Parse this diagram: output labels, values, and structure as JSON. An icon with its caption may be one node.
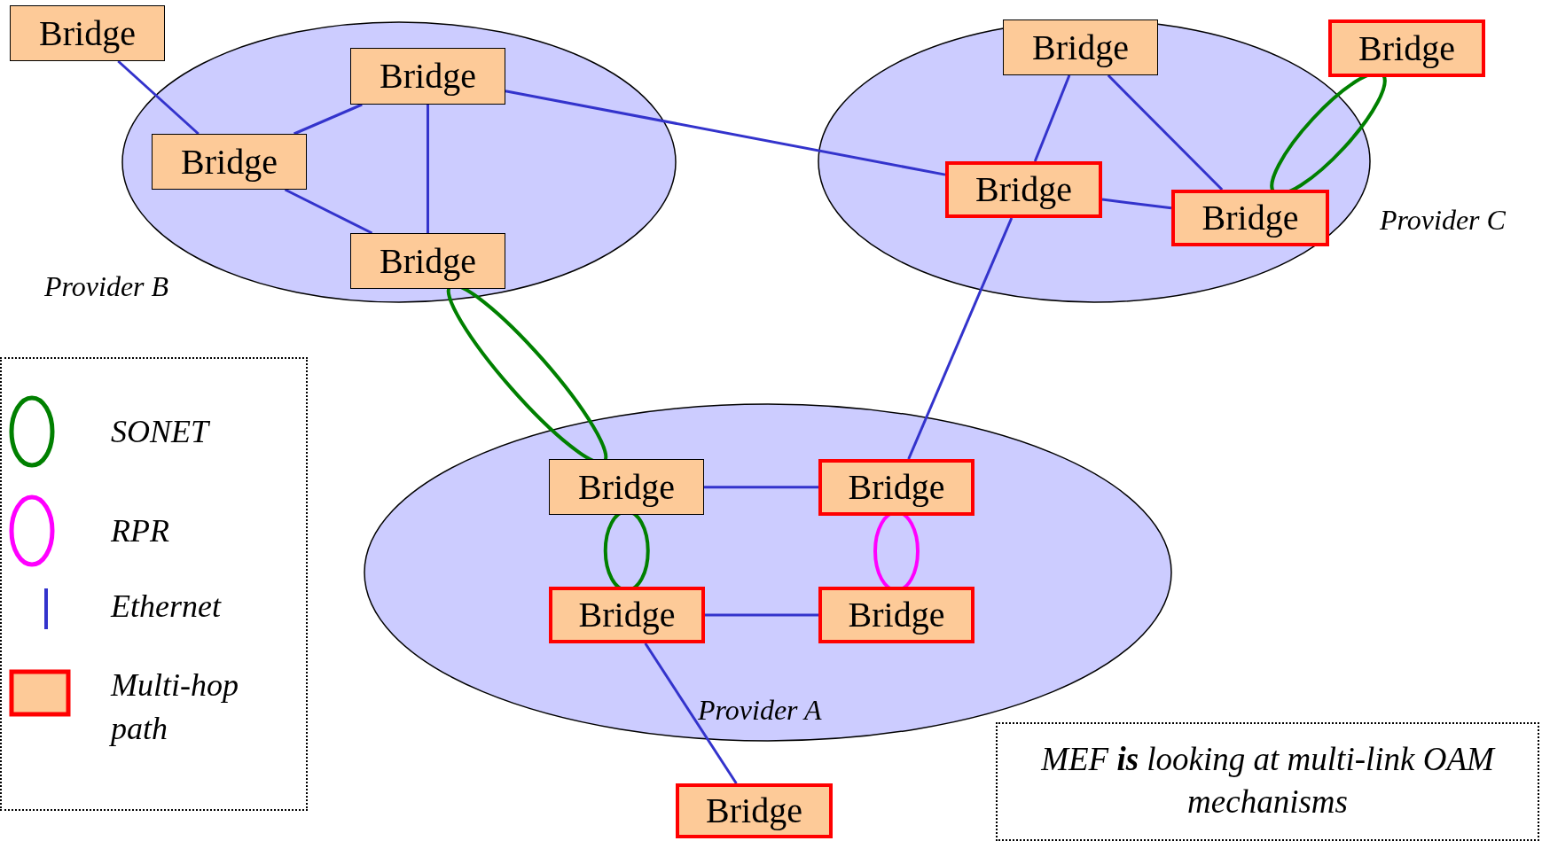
{
  "diagram": {
    "nodes": [
      {
        "text": [
          "Bridge"
        ]
      },
      {
        "text": [
          "Provider B"
        ]
      },
      {
        "text": [
          "Bridge"
        ],
        "in": 1
      },
      {
        "text": [
          "Bridge"
        ],
        "in": 1
      },
      {
        "text": [
          "Bridge"
        ],
        "in": 1
      },
      {
        "text": [
          "Provider C"
        ]
      },
      {
        "text": [
          "Bridge"
        ],
        "in": 5
      },
      {
        "text": [
          "Bridge"
        ]
      },
      {
        "text": [
          "Bridge"
        ],
        "in": 5
      },
      {
        "text": [
          "Bridge"
        ],
        "in": 5
      },
      {
        "text": [
          "Provider A"
        ]
      },
      {
        "text": [
          "Bridge"
        ],
        "in": 10
      },
      {
        "text": [
          "Bridge"
        ],
        "in": 10
      },
      {
        "text": [
          "Bridge"
        ],
        "in": 10
      },
      {
        "text": [
          "Bridge"
        ],
        "in": 10
      },
      {
        "text": [
          "Bridge"
        ]
      },
      {
        "text": [
          "MEF **is** looking at multi-link OAM mechanisms"
        ]
      }
    ],
    "edges": [
      {
        "from": 0,
        "to": 3,
        "arrow": "none"
      },
      {
        "from": 2,
        "to": 3,
        "arrow": "none"
      },
      {
        "from": 2,
        "to": 4,
        "arrow": "none"
      },
      {
        "from": 3,
        "to": 4,
        "arrow": "none"
      },
      {
        "from": 2,
        "to": 8,
        "arrow": "none"
      },
      {
        "from": 6,
        "to": 8,
        "arrow": "none"
      },
      {
        "from": 6,
        "to": 9,
        "arrow": "none"
      },
      {
        "from": 8,
        "to": 9,
        "arrow": "none"
      },
      {
        "from": 8,
        "to": 12,
        "arrow": "none"
      },
      {
        "from": 11,
        "to": 12,
        "arrow": "none"
      },
      {
        "from": 13,
        "to": 14,
        "arrow": "none"
      },
      {
        "from": 13,
        "to": 15,
        "arrow": "none"
      },
      {
        "from": 4,
        "to": 11,
        "arrow": "none",
        "color": "#008000"
      },
      {
        "from": 11,
        "to": 13,
        "arrow": "none",
        "color": "#008000"
      },
      {
        "from": 9,
        "to": 7,
        "arrow": "none",
        "color": "#008000"
      },
      {
        "from": 12,
        "to": 14,
        "arrow": "none",
        "color": "#ff00ff"
      }
    ],
    "legend": [
      {
        "text": "SONET",
        "color": "#008000"
      },
      {
        "text": "RPR",
        "color": "#ff00ff"
      },
      {
        "text": "Ethernet",
        "color": "#3333cc"
      },
      {
        "text": "Multi-hop path",
        "color": "#ff0000"
      }
    ]
  }
}
